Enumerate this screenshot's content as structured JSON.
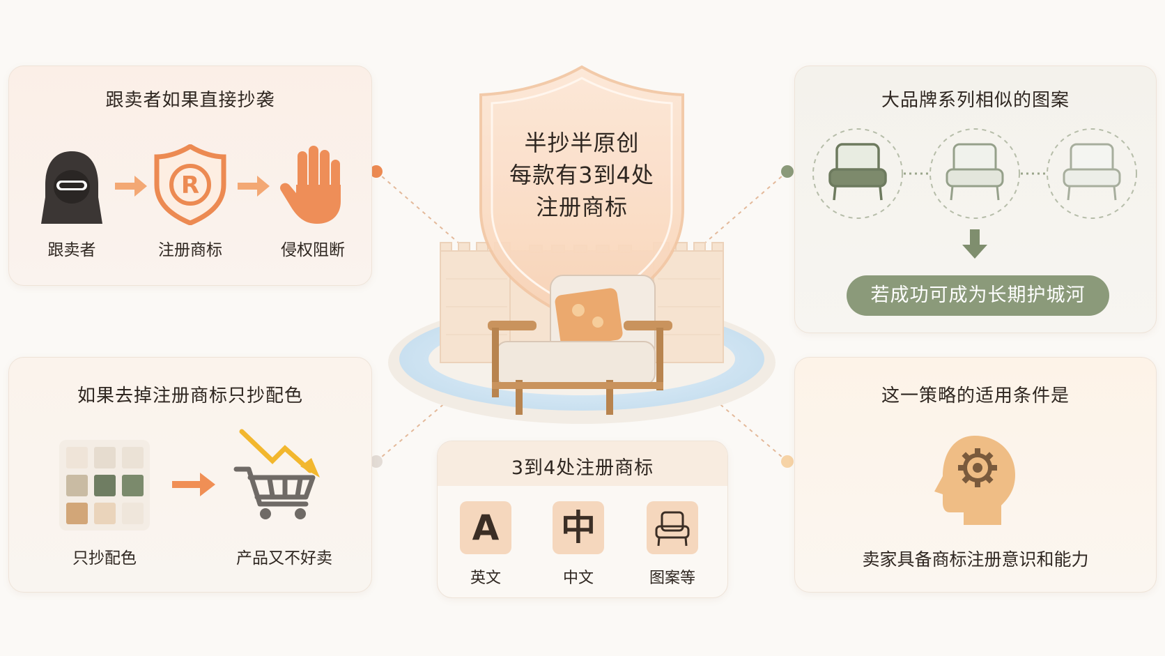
{
  "center": {
    "shield_lines": [
      "半抄半原创",
      "每款有3到4处",
      "注册商标"
    ]
  },
  "top_left": {
    "title": "跟卖者如果直接抄袭",
    "steps": [
      {
        "label": "跟卖者",
        "icon": "hooded-figure-icon"
      },
      {
        "label": "注册商标",
        "icon": "registered-trademark-shield-icon"
      },
      {
        "label": "侵权阻断",
        "icon": "stop-hand-icon"
      }
    ]
  },
  "top_right": {
    "title": "大品牌系列相似的图案",
    "result": "若成功可成为长期护城河"
  },
  "bottom_left": {
    "title": "如果去掉注册商标只抄配色",
    "items": [
      {
        "label": "只抄配色",
        "icon": "color-swatch-grid-icon"
      },
      {
        "label": "产品又不好卖",
        "icon": "cart-trend-down-icon"
      }
    ]
  },
  "bottom_center": {
    "title": "3到4处注册商标",
    "items": [
      {
        "glyph": "A",
        "label": "英文"
      },
      {
        "glyph": "中",
        "label": "中文"
      },
      {
        "glyph": "",
        "label": "图案等"
      }
    ]
  },
  "bottom_right": {
    "title": "这一策略的适用条件是",
    "caption": "卖家具备商标注册意识和能力"
  },
  "colors": {
    "accent_orange": "#ec8a52",
    "accent_green": "#8b9a7a",
    "pond_blue": "#cfe4f2",
    "shield": "#fbdcc3"
  }
}
